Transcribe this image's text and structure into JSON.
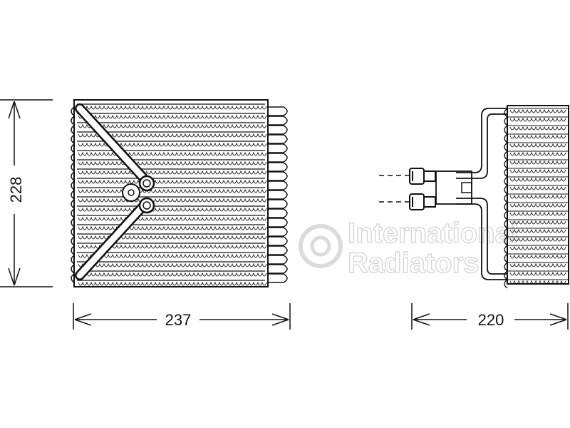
{
  "dimensions": {
    "height": "228",
    "width": "237",
    "depth": "220"
  },
  "watermark": {
    "line1": "International",
    "line2": "Radiators"
  },
  "colors": {
    "line": "#111111",
    "watermark": "#c9c9c9"
  }
}
